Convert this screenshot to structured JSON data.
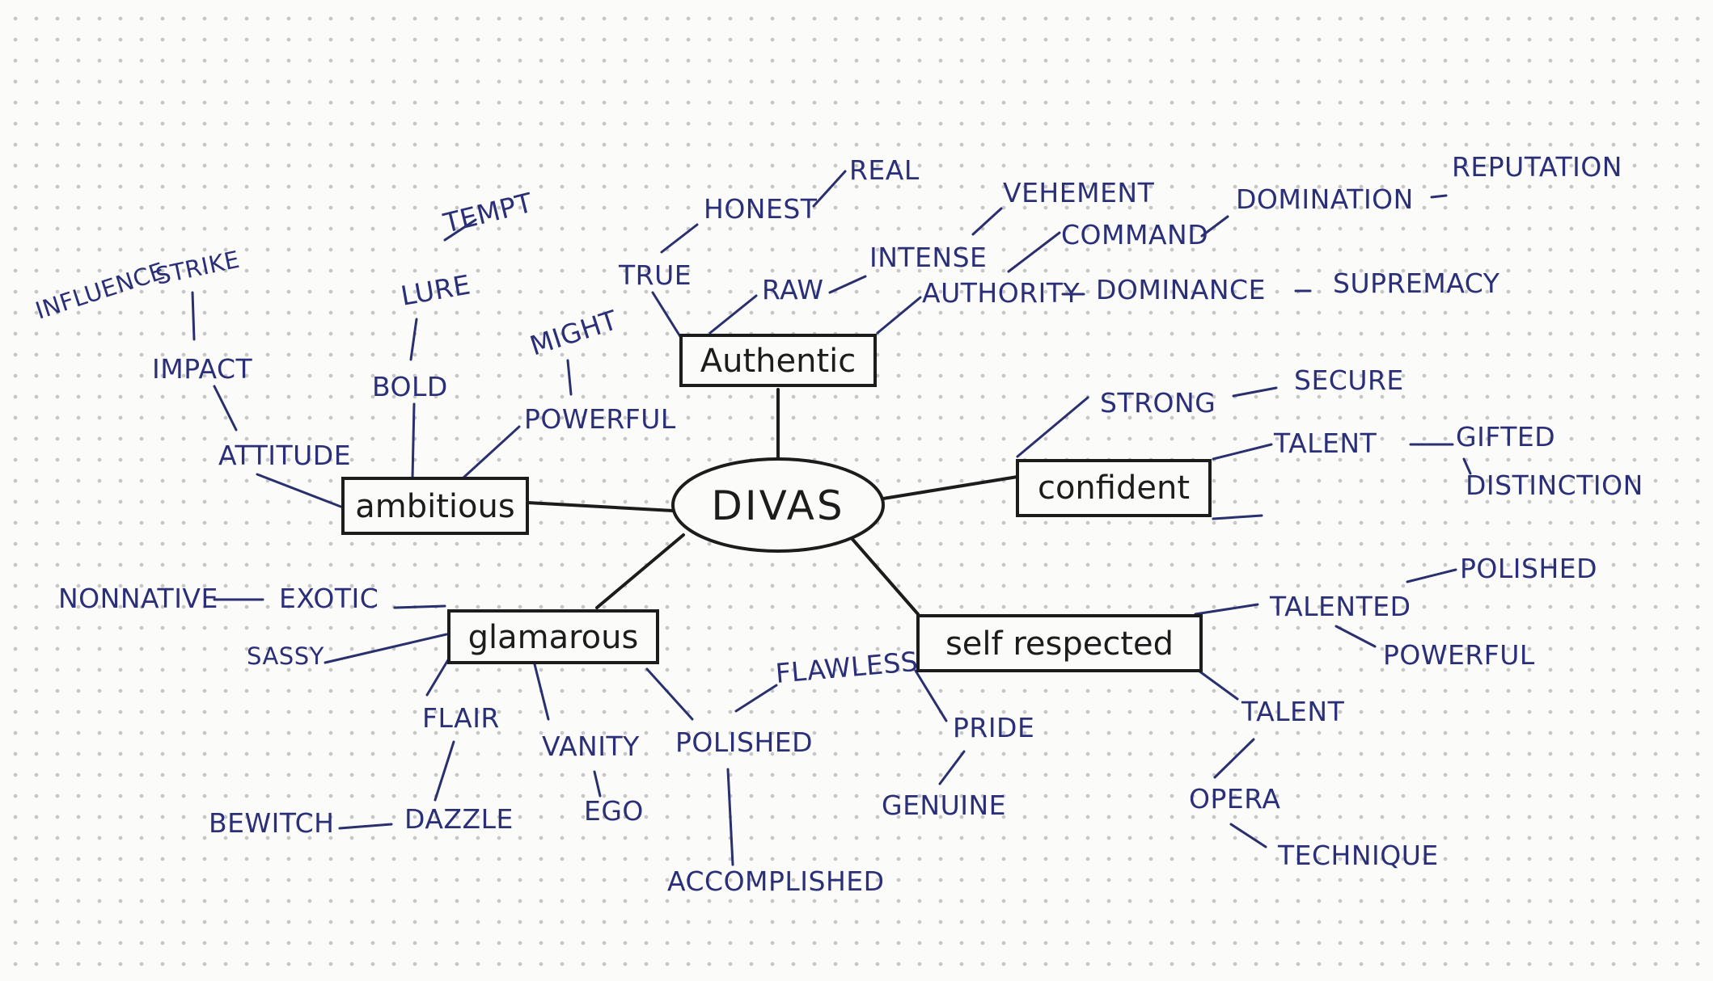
{
  "center": "DIVAS",
  "categories": {
    "authentic": "Authentic",
    "ambitious": "ambitious",
    "confident": "confident",
    "glamarous": "glamarous",
    "self_respected": "self respected"
  },
  "words": {
    "honest": "HONEST",
    "real": "REAL",
    "true": "TRUE",
    "raw": "RAW",
    "intense": "INTENSE",
    "vehement": "VEHEMENT",
    "authority": "AUTHORITY",
    "command": "COMMAND",
    "domination": "DOMINATION",
    "reputation": "REPUTATION",
    "dominance": "DOMINANCE",
    "supremacy": "SUPREMACY",
    "influence": "INFLUENCE",
    "strike": "STRIKE",
    "impact": "IMPACT",
    "attitude": "ATTITUDE",
    "tempt": "TEMPT",
    "lure": "LURE",
    "bold": "BOLD",
    "might": "MIGHT",
    "powerful_a": "POWERFUL",
    "strong": "STRONG",
    "secure": "SECURE",
    "talent_c": "TALENT",
    "gifted": "GIFTED",
    "distinction": "DISTINCTION",
    "nonnative": "NONNATIVE",
    "exotic": "EXOTIC",
    "sassy": "SASSY",
    "flair": "FLAIR",
    "bewitch": "BEWITCH",
    "dazzle": "DAZZLE",
    "vanity": "VANITY",
    "ego": "EGO",
    "polished_g": "POLISHED",
    "flawless": "FLAWLESS",
    "accomplished": "ACCOMPLISHED",
    "talented": "TALENTED",
    "polished_s": "POLISHED",
    "powerful_s": "POWERFUL",
    "talent_s": "TALENT",
    "opera": "OPERA",
    "technique": "TECHNIQUE",
    "pride": "PRIDE",
    "genuine": "GENUINE"
  }
}
